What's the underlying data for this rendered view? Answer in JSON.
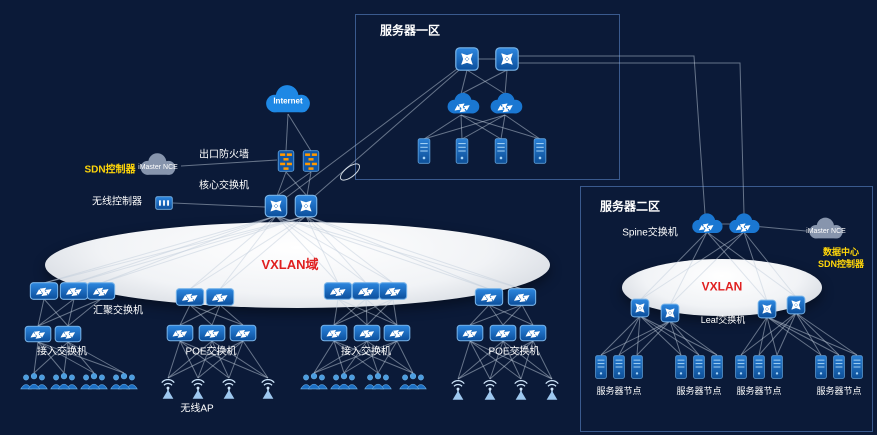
{
  "colors": {
    "background": "#0b1a38",
    "accent_yellow": "#ffd60a",
    "vxlan_red": "#e02020"
  },
  "campus": {
    "internet_label": "Internet",
    "sdn_controller_label": "SDN控制器",
    "imaster_label": "iMaster NCE",
    "firewall_label": "出口防火墙",
    "core_switch_label": "核心交换机",
    "wireless_controller_label": "无线控制器",
    "vxlan_label": "VXLAN域",
    "aggregation_label": "汇聚交换机",
    "access_label_1": "接入交换机",
    "poe_label_1": "POE交换机",
    "access_label_2": "接入交换机",
    "poe_label_2": "POE交换机",
    "wireless_ap_label": "无线AP"
  },
  "zone1": {
    "title": "服务器一区"
  },
  "zone2": {
    "title": "服务器二区",
    "spine_label": "Spine交换机",
    "leaf_label": "Leaf交换机",
    "vxlan_label": "VXLAN",
    "imaster_label": "iMaster NCE",
    "dc_label_line1": "数据中心",
    "dc_label_line2": "SDN控制器",
    "server_node_labels": [
      "服务器节点",
      "服务器节点",
      "服务器节点",
      "服务器节点"
    ]
  }
}
